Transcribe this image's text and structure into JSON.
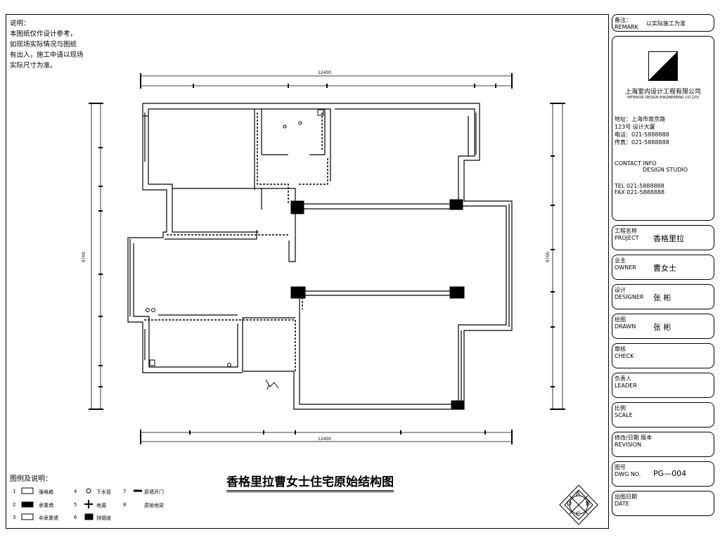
{
  "notes": {
    "lines": [
      "说明：",
      "本图纸仅作设计参考，",
      "如现场实际情况与图纸",
      "有出入，施工中请以现场",
      "实际尺寸为准。"
    ]
  },
  "title": "香格里拉曹女士住宅原始结构图",
  "legend": {
    "heading": "图例及说明：",
    "items": [
      {
        "num": "1",
        "label": "强电箱"
      },
      {
        "num": "2",
        "label": "承重墙"
      },
      {
        "num": "3",
        "label": "非承重墙"
      },
      {
        "num": "4",
        "label": "下水管"
      },
      {
        "num": "5",
        "label": "地漏"
      },
      {
        "num": "6",
        "label": "排烟道"
      },
      {
        "num": "7",
        "label": "原墙开门"
      },
      {
        "num": "8",
        "label": "原始地梁"
      }
    ]
  },
  "side": {
    "remark_label": "备注：",
    "remark_en": "REMARK",
    "remark_value": "以实际施工为准",
    "company": "上海室内设计工程有限公司",
    "company_en": "INTERIOR DESIGN ENGINEERING CO.,LTD",
    "address": [
      "地址：上海市南京路",
      "123号 设计大厦",
      "电话：021-5888888",
      "传真：021-5888888"
    ],
    "contact": [
      "CONTACT INFO",
      "DESIGN STUDIO",
      "TEL 021-5888888",
      "FAX 021-5888888"
    ],
    "fields": [
      {
        "label": "工程名称",
        "en": "PROJECT",
        "value": "香格里拉"
      },
      {
        "label": "业主",
        "en": "OWNER",
        "value": "曹女士"
      },
      {
        "label": "设计",
        "en": "DESIGNER",
        "value": "张 彬"
      },
      {
        "label": "绘图",
        "en": "DRAWN",
        "value": "张 彬"
      },
      {
        "label": "审核",
        "en": "CHECK",
        "value": ""
      },
      {
        "label": "负责人",
        "en": "LEADER",
        "value": ""
      },
      {
        "label": "比例",
        "en": "SCALE",
        "value": ""
      },
      {
        "label": "修改/日期 版本",
        "en": "REVISION",
        "value": ""
      },
      {
        "label": "图号",
        "en": "DWG NO.",
        "value": "PG—004"
      },
      {
        "label": "出图日期",
        "en": "DATE",
        "value": ""
      }
    ]
  },
  "compass": [
    "A",
    "B",
    "C",
    "D"
  ],
  "dims": {
    "top_total": "12400",
    "bottom_total": "12400",
    "left_total": "9700",
    "right_total": "9700"
  }
}
